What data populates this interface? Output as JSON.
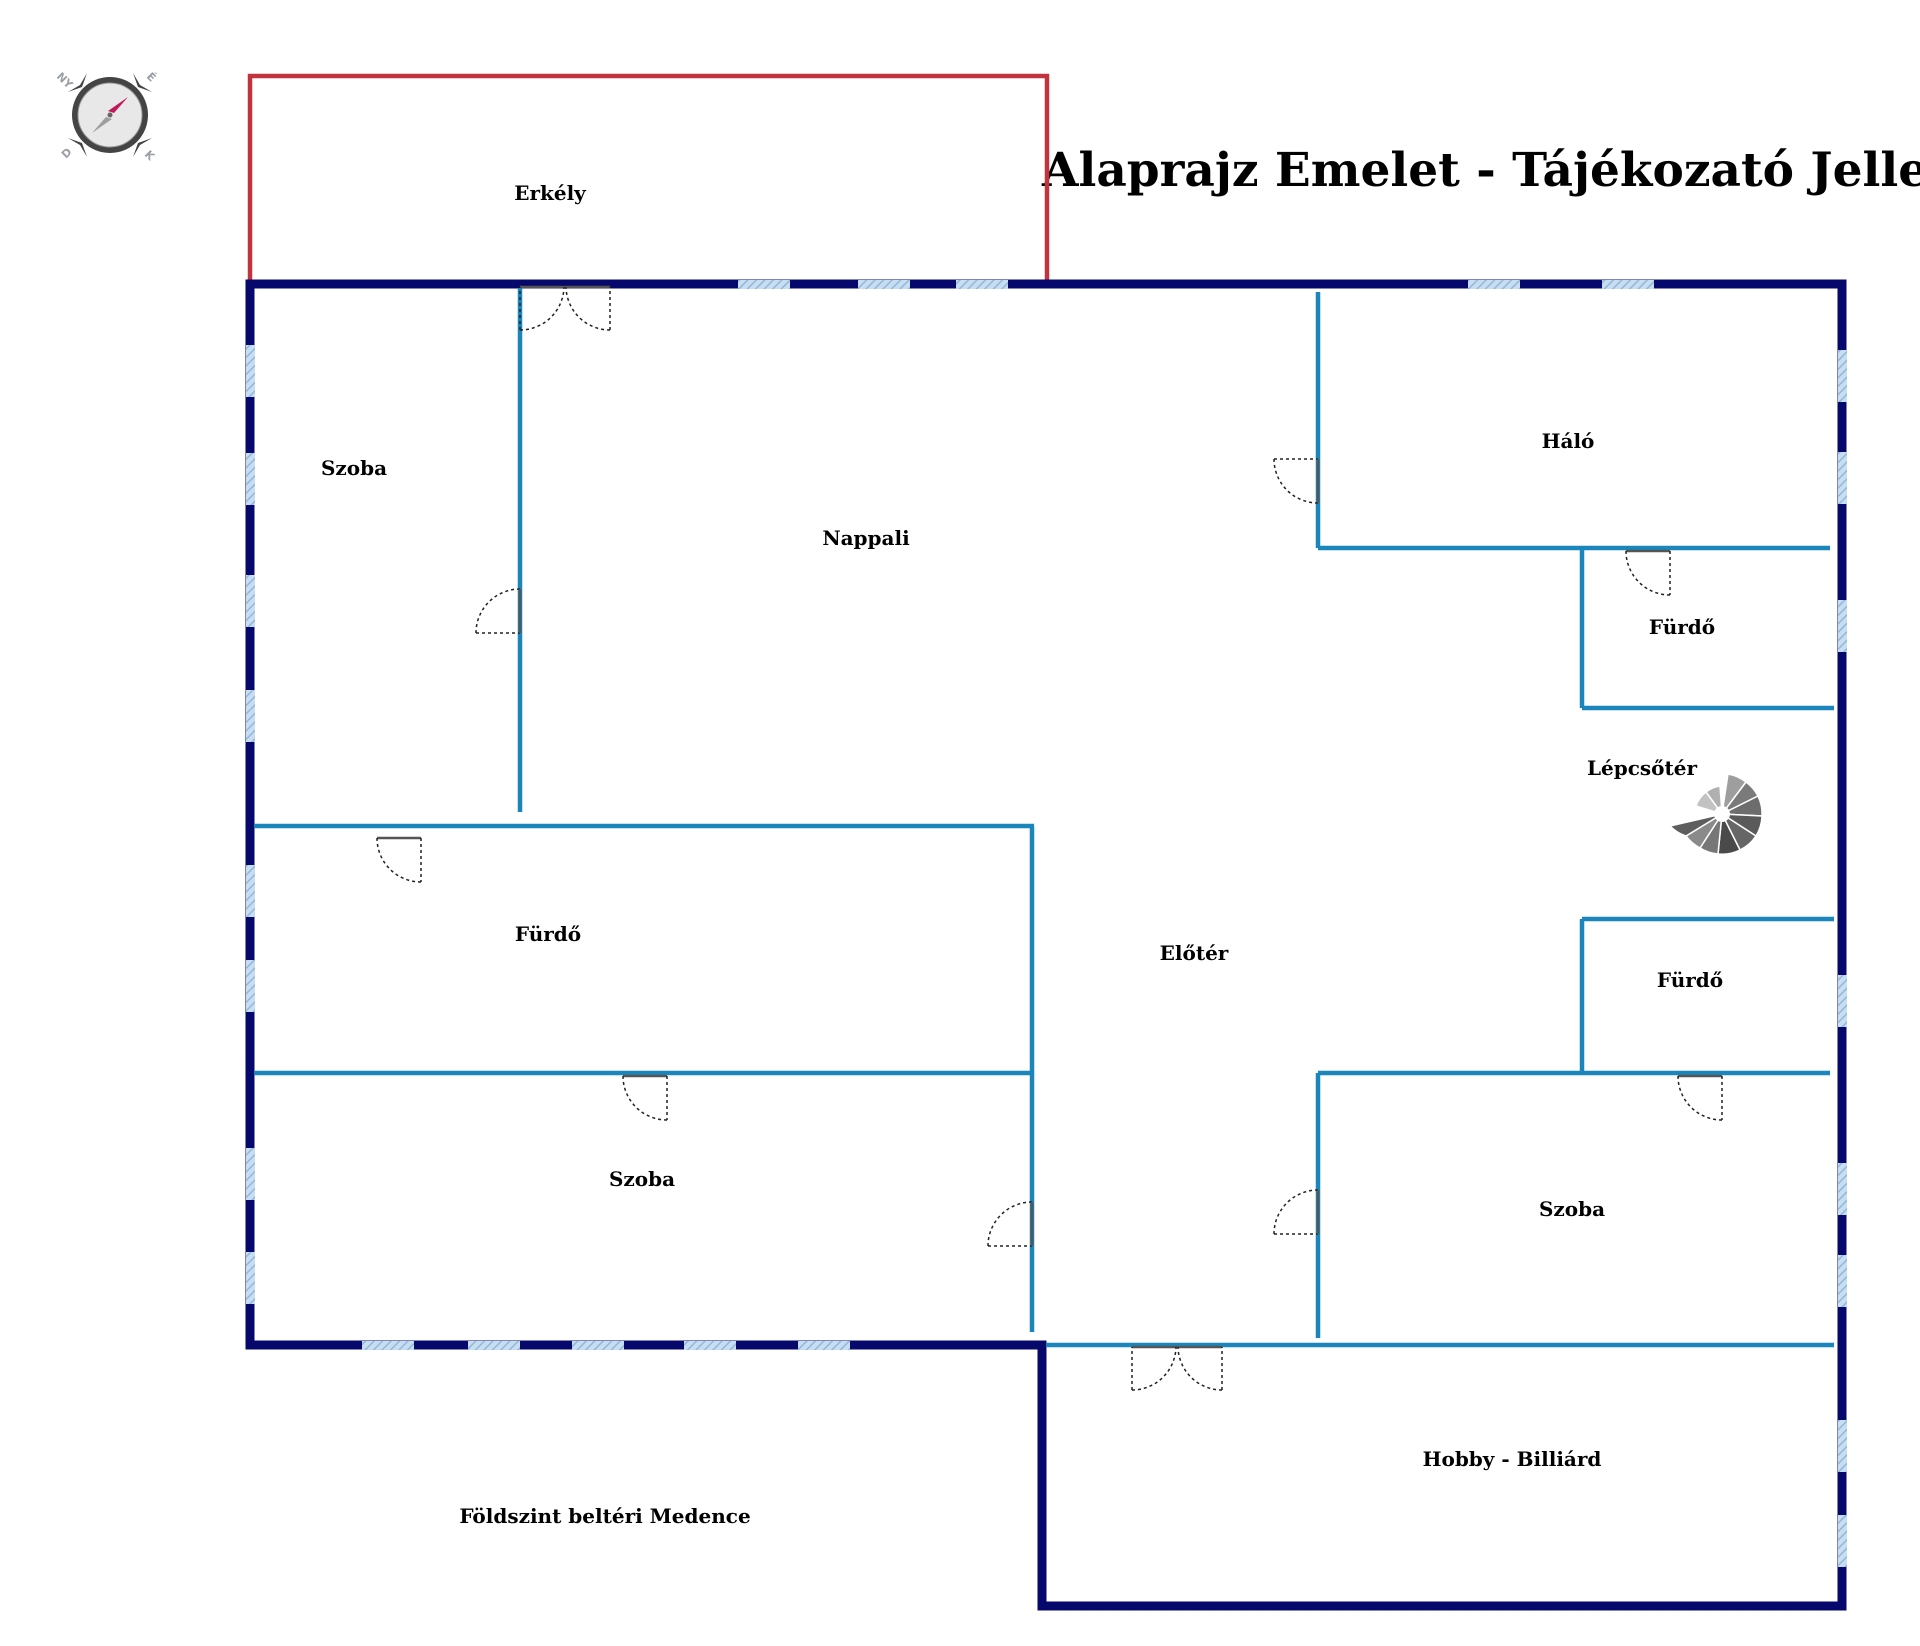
{
  "title": "Alaprajz Emelet - Tájékozató Jellegű",
  "compass": {
    "north": "É",
    "west": "NY",
    "south": "D",
    "east": "K"
  },
  "rooms": {
    "erkely": "Erkély",
    "szoba_left": "Szoba",
    "nappali": "Nappali",
    "halo": "Háló",
    "furdo_right_top": "Fürdő",
    "lepcsoter": "Lépcsőtér",
    "furdo_left": "Fürdő",
    "eloter": "Előtér",
    "furdo_right_mid": "Fürdő",
    "szoba_bottom_left": "Szoba",
    "szoba_right": "Szoba",
    "hobby": "Hobby - Billiárd",
    "medence": "Földszint beltéri Medence"
  },
  "colors": {
    "outer_wall": "#06086c",
    "inner_wall": "#1a86bc",
    "window": "#a9cbe5",
    "balcony_outline": "#c1343d",
    "compass_needle": "#c2185b"
  }
}
